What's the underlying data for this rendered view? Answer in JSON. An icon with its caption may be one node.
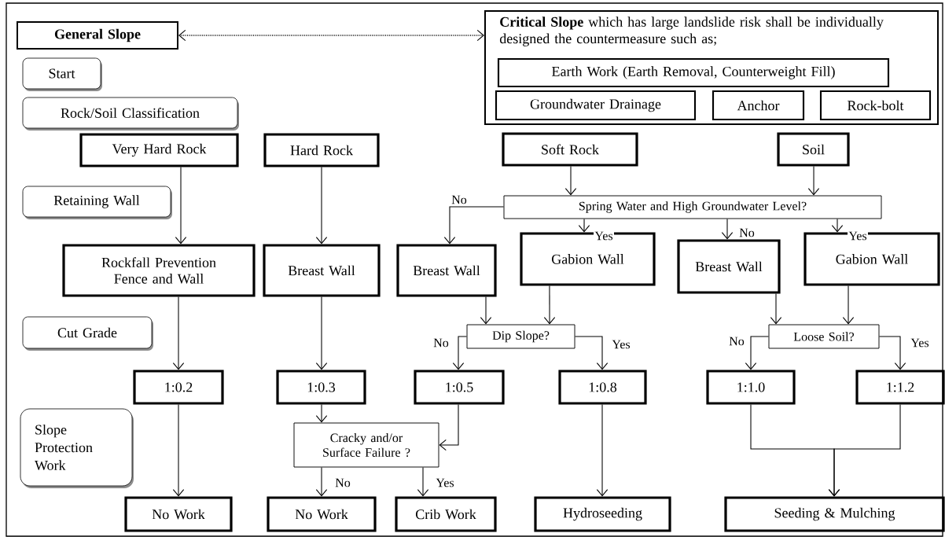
{
  "diagram": {
    "nodes": [
      {
        "text": [
          "General Slope"
        ]
      },
      {
        "text": [
          "**Critical Slope** which has large landslide risk shall be individually designed the countermeasure such as;"
        ]
      },
      {
        "text": [
          "Earth Work (Earth Removal, Counterweight Fill)"
        ],
        "in": 1
      },
      {
        "text": [
          "Groundwater Drainage"
        ],
        "in": 1
      },
      {
        "text": [
          "Anchor"
        ],
        "in": 1
      },
      {
        "text": [
          "Rock-bolt"
        ],
        "in": 1
      },
      {
        "text": [
          "Start"
        ]
      },
      {
        "text": [
          "Rock/Soil Classification"
        ]
      },
      {
        "text": [
          "Very Hard Rock"
        ]
      },
      {
        "text": [
          "Hard Rock"
        ]
      },
      {
        "text": [
          "Soft Rock"
        ]
      },
      {
        "text": [
          "Soil"
        ]
      },
      {
        "text": [
          "Retaining Wall"
        ]
      },
      {
        "text": [
          "Spring Water and High Groundwater Level?"
        ]
      },
      {
        "text": [
          "Rockfall Prevention Fence and Wall"
        ]
      },
      {
        "text": [
          "Breast Wall"
        ]
      },
      {
        "text": [
          "Breast Wall"
        ]
      },
      {
        "text": [
          "Gabion Wall"
        ]
      },
      {
        "text": [
          "Breast Wall"
        ]
      },
      {
        "text": [
          "Gabion Wall"
        ]
      },
      {
        "text": [
          "Cut Grade"
        ]
      },
      {
        "text": [
          "Dip Slope?"
        ]
      },
      {
        "text": [
          "Loose Soil?"
        ]
      },
      {
        "text": [
          "1:0.2"
        ]
      },
      {
        "text": [
          "1:0.3"
        ]
      },
      {
        "text": [
          "1:0.5"
        ]
      },
      {
        "text": [
          "1:0.8"
        ]
      },
      {
        "text": [
          "1:1.0"
        ]
      },
      {
        "text": [
          "1:1.2"
        ]
      },
      {
        "text": [
          "Slope Protection Work"
        ]
      },
      {
        "text": [
          "Cracky and/or Surface Failure ?"
        ]
      },
      {
        "text": [
          "No Work"
        ]
      },
      {
        "text": [
          "No Work"
        ]
      },
      {
        "text": [
          "Crib Work"
        ]
      },
      {
        "text": [
          "Hydroseeding"
        ]
      },
      {
        "text": [
          "Seeding & Mulching"
        ]
      }
    ],
    "edges": [
      {
        "from": 0,
        "to": 1,
        "arrow": "both",
        "style": "dashed"
      },
      {
        "from": 8,
        "to": 14,
        "arrow": "to"
      },
      {
        "from": 9,
        "to": 15,
        "arrow": "to"
      },
      {
        "from": 10,
        "to": 13,
        "arrow": "to"
      },
      {
        "from": 11,
        "to": 13,
        "arrow": "to"
      },
      {
        "from": 13,
        "to": 16,
        "arrow": "to",
        "label": "No"
      },
      {
        "from": 13,
        "to": 17,
        "arrow": "to",
        "label": "Yes"
      },
      {
        "from": 13,
        "to": 18,
        "arrow": "to",
        "label": "No"
      },
      {
        "from": 13,
        "to": 19,
        "arrow": "to",
        "label": "Yes"
      },
      {
        "from": 14,
        "to": 23,
        "arrow": "to"
      },
      {
        "from": 15,
        "to": 24,
        "arrow": "to"
      },
      {
        "from": 16,
        "to": 21,
        "arrow": "to"
      },
      {
        "from": 17,
        "to": 21,
        "arrow": "to"
      },
      {
        "from": 18,
        "to": 22,
        "arrow": "to"
      },
      {
        "from": 19,
        "to": 22,
        "arrow": "to"
      },
      {
        "from": 21,
        "to": 25,
        "arrow": "to",
        "label": "No"
      },
      {
        "from": 21,
        "to": 26,
        "arrow": "to",
        "label": "Yes"
      },
      {
        "from": 22,
        "to": 27,
        "arrow": "to",
        "label": "No"
      },
      {
        "from": 22,
        "to": 28,
        "arrow": "to",
        "label": "Yes"
      },
      {
        "from": 23,
        "to": 31,
        "arrow": "to"
      },
      {
        "from": 24,
        "to": 30,
        "arrow": "to"
      },
      {
        "from": 25,
        "to": 30,
        "arrow": "to"
      },
      {
        "from": 26,
        "to": 34,
        "arrow": "to"
      },
      {
        "from": 30,
        "to": 32,
        "arrow": "to",
        "label": "No"
      },
      {
        "from": 30,
        "to": 33,
        "arrow": "to",
        "label": "Yes"
      },
      {
        "from": 27,
        "to": 35,
        "arrow": "to"
      },
      {
        "from": 28,
        "to": 35,
        "arrow": "to"
      }
    ]
  }
}
